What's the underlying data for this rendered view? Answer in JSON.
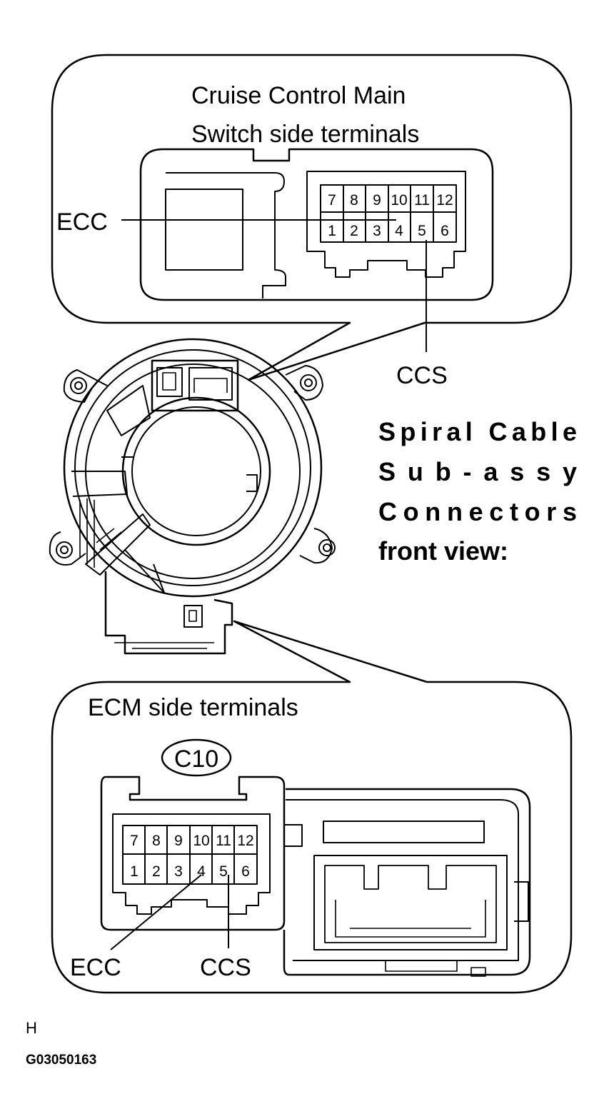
{
  "top_callout": {
    "title_line1": "Cruise Control Main",
    "title_line2": "Switch side terminals",
    "label_ecc": "ECC",
    "label_ccs": "CCS",
    "pins_top": [
      "7",
      "8",
      "9",
      "10",
      "11",
      "12"
    ],
    "pins_bottom": [
      "1",
      "2",
      "3",
      "4",
      "5",
      "6"
    ]
  },
  "caption": {
    "line1": "Spiral Cable",
    "line2": "Sub-assy",
    "line3": "Connectors",
    "line4": "front view:"
  },
  "bottom_callout": {
    "title": "ECM side terminals",
    "connector_code": "C10",
    "label_ecc": "ECC",
    "label_ccs": "CCS",
    "pins_top": [
      "7",
      "8",
      "9",
      "10",
      "11",
      "12"
    ],
    "pins_bottom": [
      "1",
      "2",
      "3",
      "4",
      "5",
      "6"
    ]
  },
  "footer": {
    "mark": "H",
    "figure_id": "G03050163"
  }
}
